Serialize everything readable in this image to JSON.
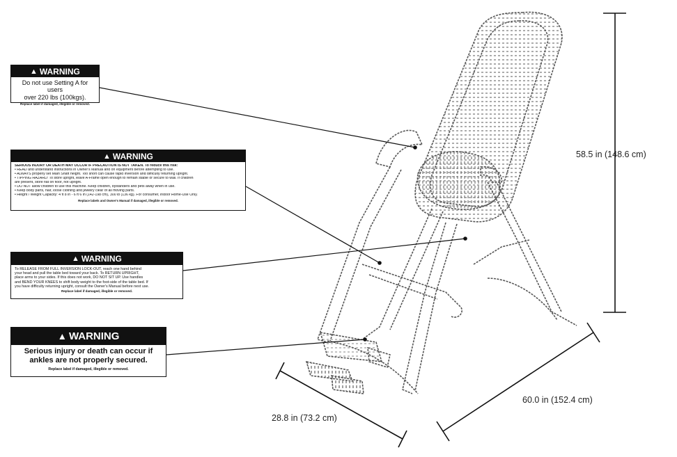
{
  "warning_labels": [
    {
      "header": "WARNING",
      "lines": [
        "Do not use Setting A for users",
        "over 220 lbs (100kgs)."
      ],
      "footer": "Replace label if damaged, illegible or removed."
    },
    {
      "header": "WARNING",
      "lines": [
        "SERIOUS INJURY OR DEATH MAY OCCUR IF PRECAUTION IS NOT TAKEN. To reduce this risk:",
        "• READ and understand instructions in Owner's Manual and on equipment before attempting to use.",
        "• ALWAYS properly set Main Shaft height. Too short can cause rapid inversion and difficulty returning upright.",
        "• TIPPING HAZARD: To store upright, leave A-Frame open enough to remain stable or secure to wall. If children",
        "  are present, store flat on floor, not upright.",
        "• DO NOT allow children to use this machine. Keep children, bystanders and pets away when in use.",
        "• Keep body parts, hair, loose clothing and jewelry clear of all moving parts.",
        "• Height / Weight Capacity: 4 ft 8 in - 6 ft 6 in (142-198 cm), 300 lb (136 kg). For consumer, indoor Home-Use Only."
      ],
      "footer": "Replace labels and Owner's Manual if damaged, illegible or removed."
    },
    {
      "header": "WARNING",
      "lines": [
        "To RELEASE FROM FULL INVERSION LOCK-OUT, reach one hand behind",
        "your head and pull the table bed toward your back. To RETURN UPRIGHT,",
        "place arms to your sides. If this does not work, DO NOT SIT UP. Use handles",
        "and BEND YOUR KNEES to shift body weight to the foot-side of the table bed. If",
        "you have difficulty returning upright, consult the Owner's Manual before next use."
      ],
      "footer": "Replace label if damaged, illegible or removed."
    },
    {
      "header": "WARNING",
      "lines": [
        "Serious injury or death can occur if",
        "ankles are not properly secured."
      ],
      "footer": "Replace label if damaged, illegible or removed."
    }
  ],
  "dimensions": {
    "height": "58.5 in (148.6 cm)",
    "length": "60.0 in (152.4 cm)",
    "width": "28.8 in (73.2 cm)"
  },
  "icons": {
    "warning": "warning-triangle-icon"
  }
}
